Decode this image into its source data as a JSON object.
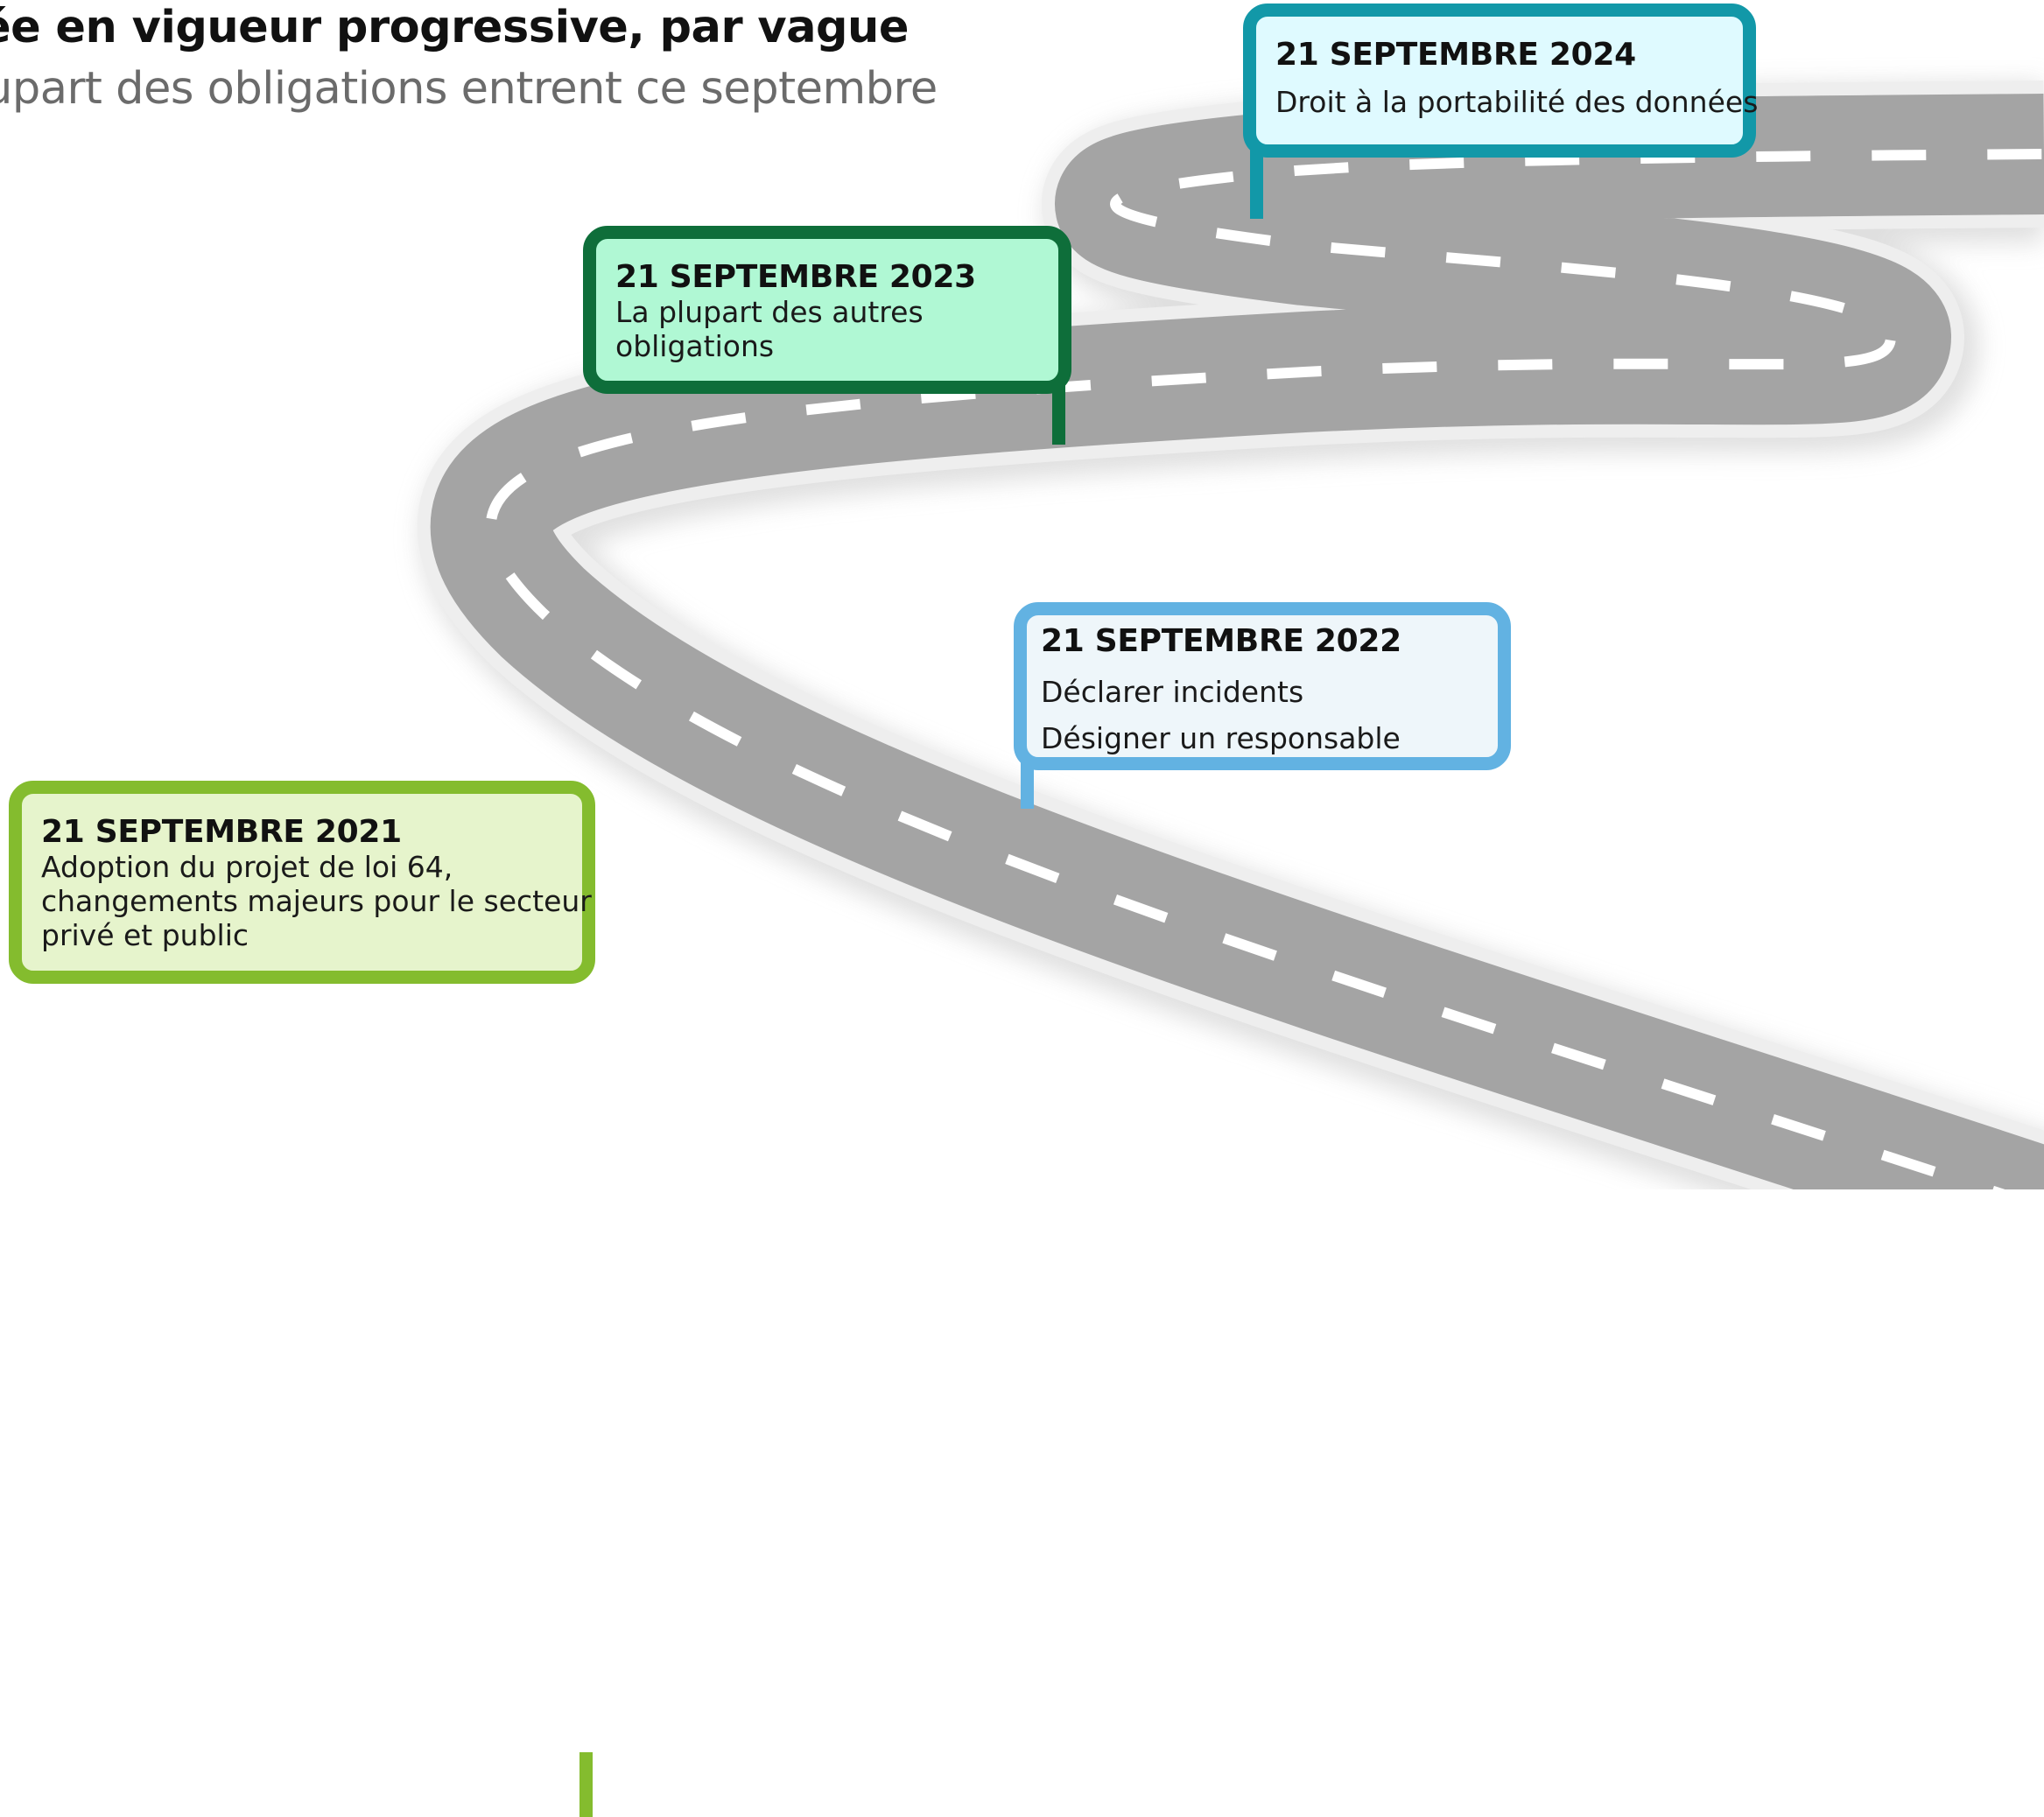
{
  "header": {
    "title": "ée en vigueur progressive, par vague",
    "subtitle": "upart des obligations entrent ce septembre"
  },
  "milestones": [
    {
      "date": "21 SEPTEMBRE 2021",
      "lines": [
        "Adoption du projet de loi 64,",
        "changements majeurs pour le secteur",
        "privé et public"
      ],
      "color": "#84bc2e"
    },
    {
      "date": "21 SEPTEMBRE 2022",
      "lines": [
        "Déclarer incidents",
        "Désigner un responsable"
      ],
      "color": "#62b2e2"
    },
    {
      "date": "21 SEPTEMBRE 2023",
      "lines": [
        "La plupart des autres",
        "obligations"
      ],
      "color": "#0e6e3a"
    },
    {
      "date": "21 SEPTEMBRE 2024",
      "lines": [
        "Droit à la portabilité des données"
      ],
      "color": "#1298a8"
    }
  ],
  "road": {
    "asphalt_color": "#a4a4a4",
    "shoulder_color": "#eeeeee",
    "lane_marking_color": "#ffffff"
  }
}
